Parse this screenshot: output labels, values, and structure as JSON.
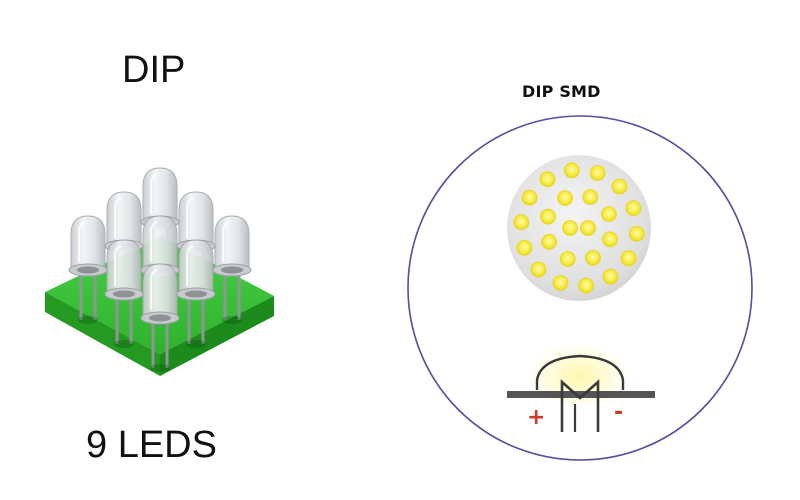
{
  "dip": {
    "title": "DIP",
    "count_label": "9 LEDS",
    "led_count": 9,
    "board_color": "#3cc43a",
    "icon": "led-array-illustration"
  },
  "smd": {
    "title": "DIP SMD",
    "chip_count": 24,
    "chip_color": "#f7ea3b",
    "ring_color": "#5a4a9c",
    "plus_label": "+",
    "minus_label": "-",
    "polarity_color": "#d13a2a",
    "icon": "smd-led-cross-section"
  }
}
